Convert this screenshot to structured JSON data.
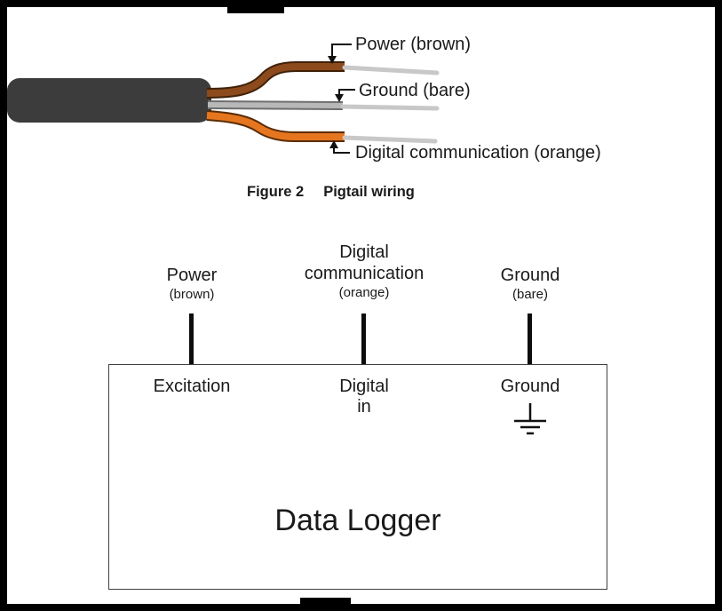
{
  "page": {
    "frame_color": "#000000",
    "content_background": "#ffffff"
  },
  "pigtail_diagram": {
    "labels": {
      "power": "Power (brown)",
      "ground": "Ground (bare)",
      "digital": "Digital communication (orange)"
    },
    "colors": {
      "cable_jacket": "#3c3c3c",
      "power_wire": "#8d4a1c",
      "ground_wire": "#b8b8b8",
      "digital_wire": "#e5761f",
      "bare_tip": "#c8c8c8"
    }
  },
  "figure_caption": {
    "label": "Figure 2",
    "title": "Pigtail wiring"
  },
  "logger_diagram": {
    "wires": [
      {
        "name": "Power",
        "color_note": "(brown)",
        "terminal": "Excitation"
      },
      {
        "name_line1": "Digital",
        "name_line2": "communication",
        "color_note": "(orange)",
        "terminal_line1": "Digital",
        "terminal_line2": "in"
      },
      {
        "name": "Ground",
        "color_note": "(bare)",
        "terminal": "Ground"
      }
    ],
    "box_label": "Data Logger"
  }
}
